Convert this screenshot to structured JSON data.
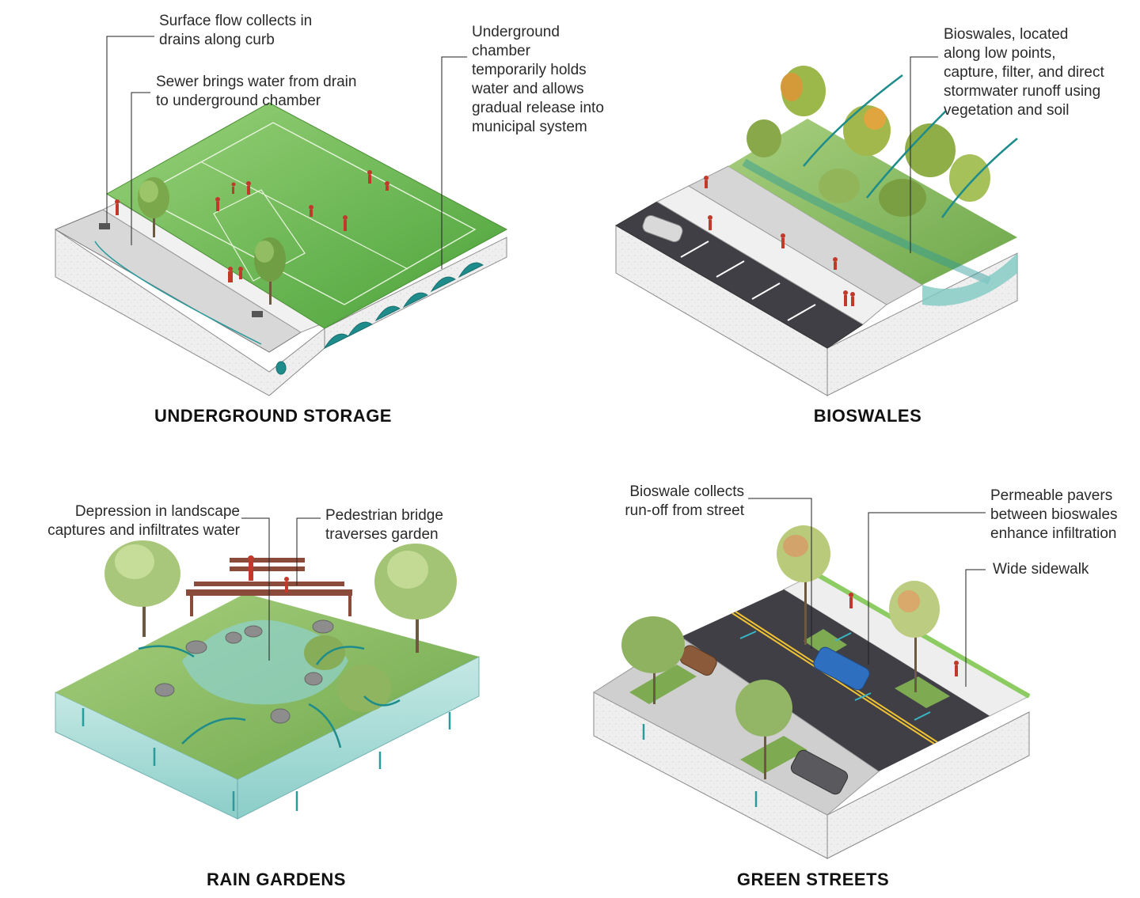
{
  "panels": {
    "underground_storage": {
      "title": "UNDERGROUND STORAGE",
      "callouts": [
        "Surface flow collects in\ndrains along curb",
        "Sewer brings water from drain\nto underground chamber",
        "Underground\nchamber\ntemporarily holds\nwater and allows\ngradual release into\nmunicipal system"
      ]
    },
    "bioswales": {
      "title": "BIOSWALES",
      "callouts": [
        "Bioswales, located\nalong low points,\ncapture, filter, and direct\nstormwater runoff using\nvegetation and soil"
      ]
    },
    "rain_gardens": {
      "title": "RAIN GARDENS",
      "callouts": [
        "Depression in landscape\ncaptures and infiltrates water",
        "Pedestrian bridge\ntraverses garden"
      ]
    },
    "green_streets": {
      "title": "GREEN STREETS",
      "callouts": [
        "Bioswale collects\nrun-off from street",
        "Permeable pavers\nbetween bioswales\nenhance infiltration",
        "Wide sidewalk"
      ]
    }
  },
  "colors": {
    "field_green": "#6fbf4a",
    "water_teal": "#2a9a9a",
    "people_red": "#c0392b",
    "soil_grey": "#e9e9e9",
    "asphalt": "#3f3f45"
  }
}
